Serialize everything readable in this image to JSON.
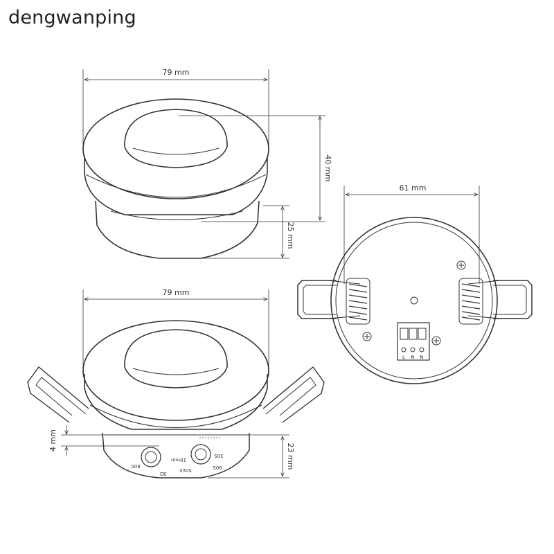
{
  "watermark": "dengwanping",
  "views": {
    "side_top": {
      "width_label": "79 mm",
      "height_label": "40 mm",
      "lower_height_label": "25 mm"
    },
    "rear": {
      "width_label": "61 mm",
      "terminal_labels": [
        "L",
        "N",
        "N"
      ]
    },
    "side_bottom": {
      "width_label": "79 mm",
      "flange_label": "4 mm",
      "depth_label": "23 mm",
      "dial_left_labels": [
        "800",
        "3Ω"
      ],
      "dial_right_labels": [
        "10min",
        "5min",
        "90S",
        "30S"
      ]
    }
  },
  "colors": {
    "line": "#333333",
    "background": "#ffffff"
  }
}
